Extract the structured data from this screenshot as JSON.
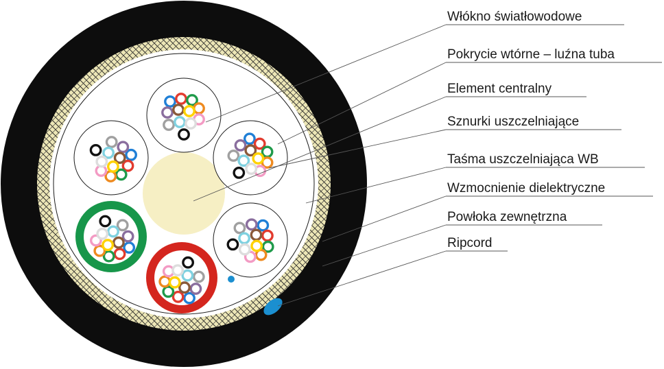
{
  "labels": [
    "Włókno światłowodowe",
    "Pokrycie wtórne – luźna tuba",
    "Element centralny",
    "Sznurki uszczelniające",
    "Taśma uszczelniająca WB",
    "Wzmocnienie dielektryczne",
    "Powłoka zewnętrzna",
    "Ripcord"
  ],
  "colors": {
    "outer_sheath": "#0d0d0d",
    "yarn_background": "#e8e2b0",
    "wb_tape": "#ffffff",
    "central_element": "#f6efc4",
    "red_tube": "#d4261e",
    "green_tube": "#17964a",
    "ripcord": "#1b8fd0",
    "leader_line": "#555555"
  },
  "fiber_colors": [
    "#1f7fd6",
    "#e23b2e",
    "#1f9a4a",
    "#ee8a1f",
    "#8a6e9e",
    "#8a5a3a",
    "#ffd200",
    "#f39bc4",
    "#a0a0a0",
    "#7fd1e0",
    "#ffffff",
    "#111111"
  ]
}
